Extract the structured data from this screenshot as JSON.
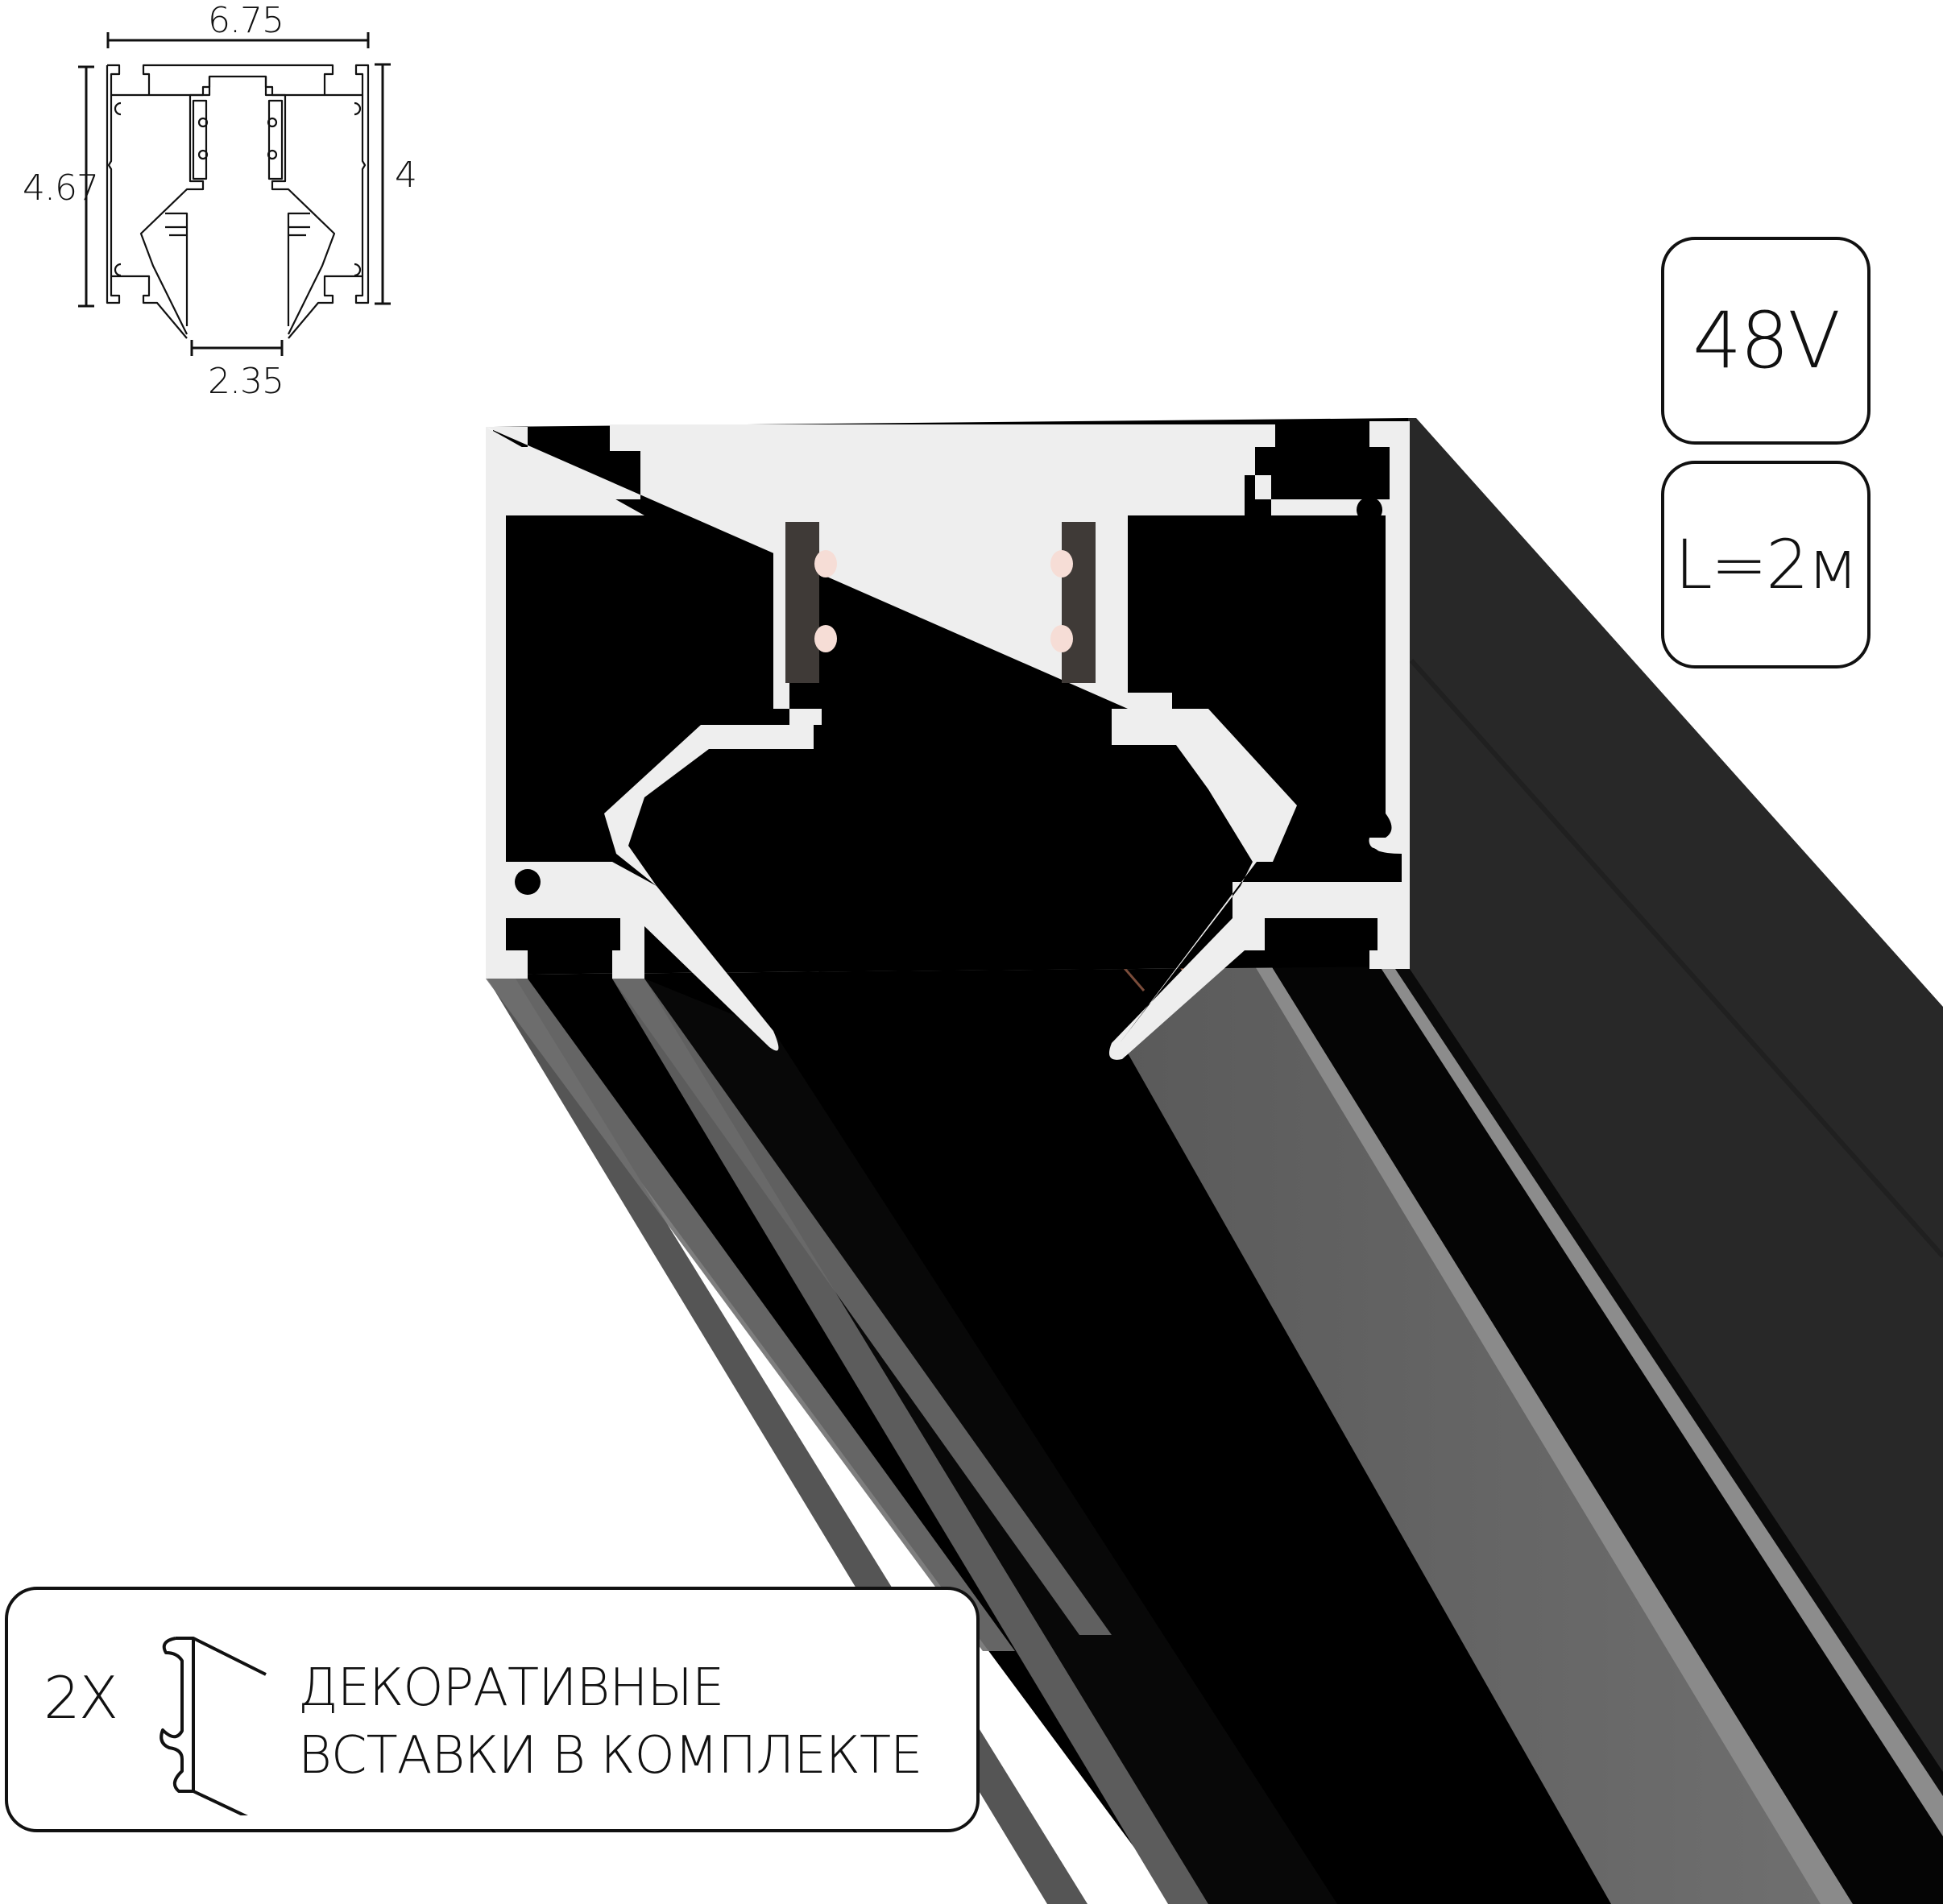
{
  "drawing": {
    "dimensions": {
      "width_top": "6.75",
      "height_left": "4.67",
      "height_right": "4",
      "opening_bottom": "2.35"
    }
  },
  "specs": {
    "voltage": "48V",
    "length": "L=2м"
  },
  "kit": {
    "quantity": "2X",
    "line1": "ДЕКОРАТИВНЫЕ",
    "line2": "ВСТАВКИ В КОМПЛЕКТЕ"
  },
  "colors": {
    "profile_black": "#000000",
    "side_face": "#2a2a2a",
    "cut_face": "#eeeeee",
    "groove_grey": "#6a6a6a",
    "copper": "#b87a5e",
    "contact_pink": "#f6ddd6",
    "insulator": "#3f3a37",
    "outline": "#111111"
  }
}
